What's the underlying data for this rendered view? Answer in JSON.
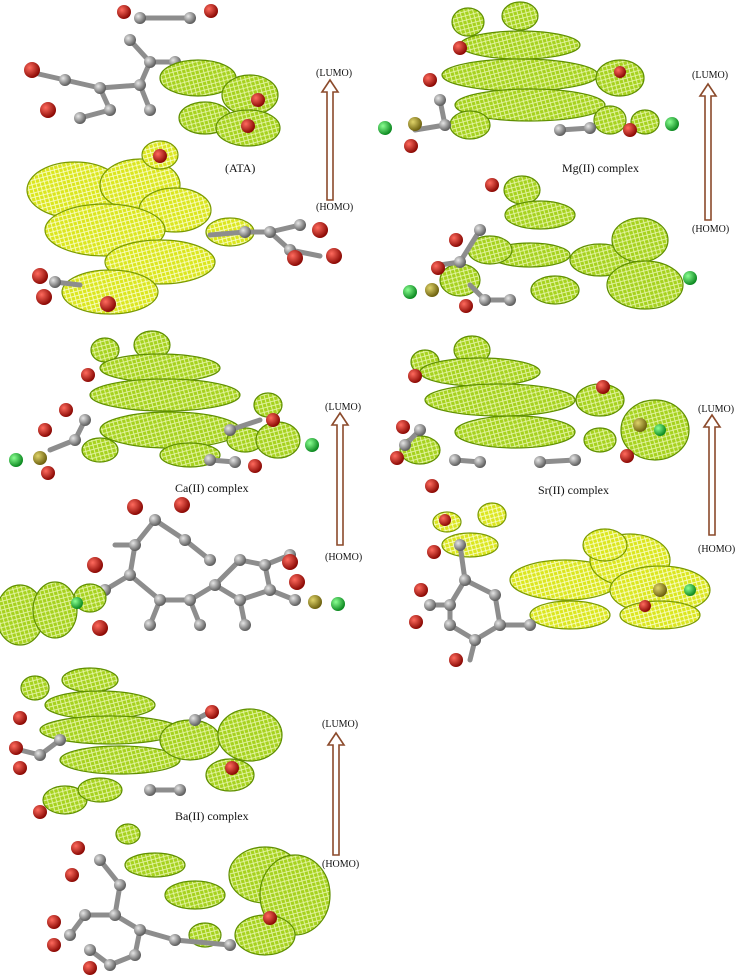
{
  "panels": [
    {
      "id": "ata",
      "label": "(ATA)",
      "lumo": "(LUMO)",
      "homo": "(HOMO)"
    },
    {
      "id": "mg",
      "label": "Mg(II) complex",
      "lumo": "(LUMO)",
      "homo": "(HOMO)"
    },
    {
      "id": "ca",
      "label": "Ca(II) complex",
      "lumo": "(LUMO)",
      "homo": "(HOMO)"
    },
    {
      "id": "sr",
      "label": "Sr(II) complex",
      "lumo": "(LUMO)",
      "homo": "(HOMO)"
    },
    {
      "id": "ba",
      "label": "Ba(II) complex",
      "lumo": "(LUMO)",
      "homo": "(HOMO)"
    }
  ],
  "colors": {
    "orbital_lobe": "#9ccc1a",
    "orbital_lobe_yellow": "#d8e61c",
    "carbon": "#9a9a9a",
    "oxygen": "#d11a12",
    "metal": "#a89a20",
    "chlorine": "#22c43a",
    "arrow": "#8b4a2b"
  }
}
